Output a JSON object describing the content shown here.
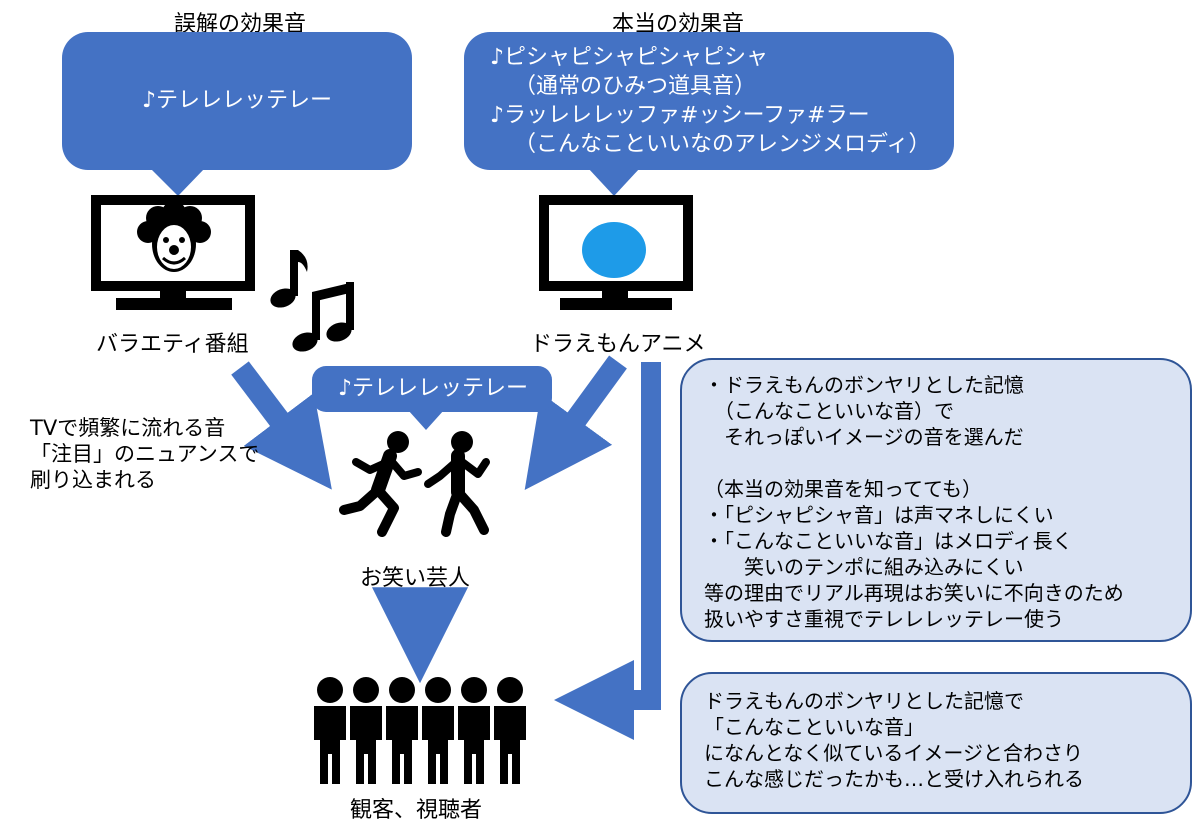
{
  "headers": {
    "wrong_sound": "誤解の効果音",
    "true_sound": "本当の効果音"
  },
  "bubbles": {
    "variety": "♪テレレレッテレー",
    "true_lines": [
      "♪ピシャピシャピシャピシャ",
      "（通常のひみつ道具音）",
      "♪ラッレレレッファ#ッシーファ#ラー",
      "（こんなこといいなのアレンジメロディ）"
    ],
    "comedian": "♪テレレレッテレー"
  },
  "nodes": {
    "variety_show": "バラエティ番組",
    "doraemon_anime": "ドラえもんアニメ",
    "comedians": "お笑い芸人",
    "audience": "観客、視聴者"
  },
  "side_note": {
    "lines": [
      "TVで頻繁に流れる音",
      "「注目」のニュアンスで",
      "刷り込まれる"
    ]
  },
  "note1": {
    "lines": [
      "・ドラえもんのボンヤリとした記憶",
      "　（こんなこといいな音）で",
      "　それっぽいイメージの音を選んだ",
      "",
      "（本当の効果音を知ってても）",
      "・「ピシャピシャ音」は声マネしにくい",
      "・「こんなこといいな音」はメロディ長く",
      "　　笑いのテンポに組み込みにくい",
      "等の理由でリアル再現はお笑いに不向きのため",
      "扱いやすさ重視でテレレレッテレー使う"
    ]
  },
  "note2": {
    "lines": [
      "ドラえもんのボンヤリとした記憶で",
      "「こんなこといいな音」",
      "になんとなく似ているイメージと合わさり",
      "こんな感じだったかも…と受け入れられる"
    ]
  },
  "colors": {
    "accent": "#4472c4",
    "note_fill": "#dae3f3",
    "note_border": "#2f5597",
    "doraemon_blue": "#1e9be8"
  },
  "icons": [
    "tv-icon",
    "clown-icon",
    "music-notes-icon",
    "doraemon-head-icon",
    "running-people-icon",
    "crowd-icon",
    "arrow-icon"
  ]
}
